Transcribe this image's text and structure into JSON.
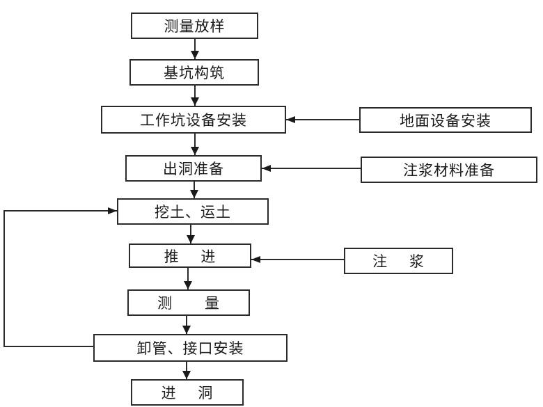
{
  "diagram": {
    "type": "flowchart",
    "nodes": [
      {
        "id": "survey-layout",
        "label": "测量放样"
      },
      {
        "id": "pit-construction",
        "label": "基坑构筑"
      },
      {
        "id": "pit-equipment-install",
        "label": "工作坑设备安装"
      },
      {
        "id": "ground-equipment-install",
        "label": "地面设备安装"
      },
      {
        "id": "exit-preparation",
        "label": "出洞准备"
      },
      {
        "id": "grout-material-prep",
        "label": "注浆材料准备"
      },
      {
        "id": "excavate-transport",
        "label": "挖土、运土"
      },
      {
        "id": "jacking",
        "label": "推    进"
      },
      {
        "id": "grouting",
        "label": "注    浆"
      },
      {
        "id": "measurement",
        "label": "测      量"
      },
      {
        "id": "pipe-unload-joint",
        "label": "卸管、接口安装"
      },
      {
        "id": "enter-hole",
        "label": "进    洞"
      }
    ],
    "edges": [
      {
        "from": "survey-layout",
        "to": "pit-construction"
      },
      {
        "from": "pit-construction",
        "to": "pit-equipment-install"
      },
      {
        "from": "ground-equipment-install",
        "to": "pit-equipment-install"
      },
      {
        "from": "pit-equipment-install",
        "to": "exit-preparation"
      },
      {
        "from": "grout-material-prep",
        "to": "exit-preparation"
      },
      {
        "from": "exit-preparation",
        "to": "excavate-transport"
      },
      {
        "from": "excavate-transport",
        "to": "jacking"
      },
      {
        "from": "grouting",
        "to": "jacking"
      },
      {
        "from": "jacking",
        "to": "measurement"
      },
      {
        "from": "measurement",
        "to": "pipe-unload-joint"
      },
      {
        "from": "pipe-unload-joint",
        "to": "excavate-transport",
        "kind": "loop-back"
      },
      {
        "from": "pipe-unload-joint",
        "to": "enter-hole"
      }
    ]
  }
}
